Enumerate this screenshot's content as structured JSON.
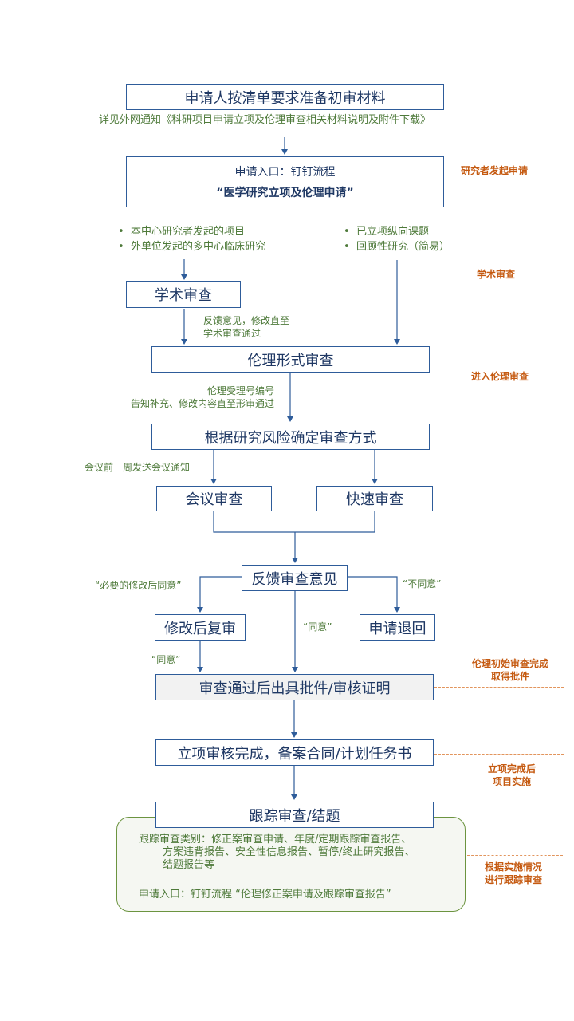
{
  "nodes": {
    "prepare": "申请人按清单要求准备初审材料",
    "entry_line1": "申请入口：钉钉流程",
    "entry_line2": "“医学研究立项及伦理申请”",
    "academic": "学术审查",
    "formal": "伦理形式审查",
    "method": "根据研究风险确定审查方式",
    "meeting": "会议审查",
    "fast": "快速审查",
    "feedback": "反馈审查意见",
    "revise": "修改后复审",
    "withdraw": "申请退回",
    "approve": "审查通过后出具批件/审核证明",
    "complete": "立项审核完成，备案合同/计划任务书",
    "track": "跟踪审查/结题"
  },
  "notes": {
    "see_notice": "详见外网通知《科研项目申请立项及伦理审查相关材料说明及附件下载》",
    "left_bullets": [
      "本中心研究者发起的项目",
      "外单位发起的多中心临床研究"
    ],
    "right_bullets": [
      "已立项纵向课题",
      "回顾性研究（简易）"
    ],
    "academic_feedback_1": "反馈意见，修改直至",
    "academic_feedback_2": "学术审查通过",
    "formal_note_1": "伦理受理号编号",
    "formal_note_2": "告知补充、修改内容直至形审通过",
    "meeting_notice": "会议前一周发送会议通知",
    "necessary_revise": "“必要的修改后同意”",
    "disagree": "“不同意”",
    "agree_mid": "“同意”",
    "agree_left": "“同意”",
    "track_types_1": "跟踪审查类别：修正案审查申请、年度/定期跟踪审查报告、",
    "track_types_2": "方案违背报告、安全性信息报告、暂停/终止研究报告、",
    "track_types_3": "结题报告等",
    "track_entry": "申请入口：钉钉流程 “伦理修正案申请及跟踪审查报告”"
  },
  "stages": {
    "researcher_start": "研究者发起申请",
    "academic_review": "学术审查",
    "enter_ethics": "进入伦理审查",
    "ethics_done_1": "伦理初始审查完成",
    "ethics_done_2": "取得批件",
    "project_done_1": "立项完成后",
    "project_done_2": "项目实施",
    "track_1": "根据实施情况",
    "track_2": "进行跟踪审查"
  },
  "colors": {
    "box_border": "#2e5c9a",
    "box_text": "#1f3864",
    "note_green": "#4e7a3a",
    "stage_orange": "#c55a11",
    "approve_fill": "#f2f2f2"
  }
}
